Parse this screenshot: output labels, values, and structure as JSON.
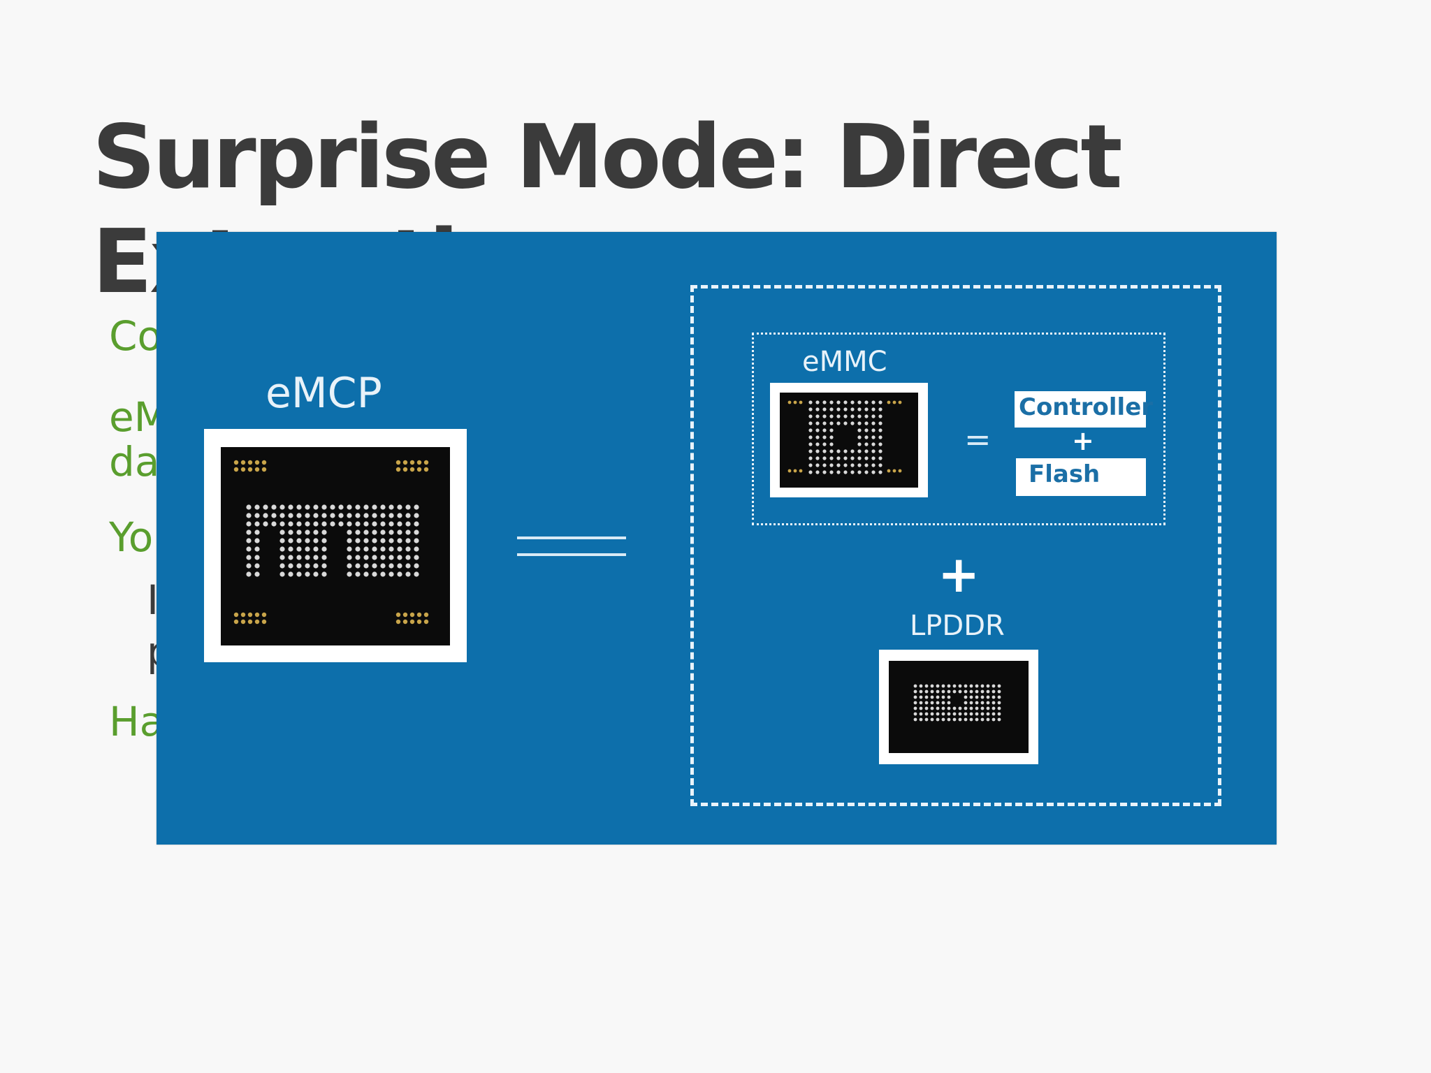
{
  "slide": {
    "title": "Surprise Mode: Direct Extraction",
    "bullets": [
      {
        "text": "Co",
        "level": 1
      },
      {
        "text": "eM",
        "level": 1
      },
      {
        "text": "da",
        "level": 1
      },
      {
        "text": "Yo",
        "level": 1
      },
      {
        "text": "I",
        "level": 2
      },
      {
        "text": "p",
        "level": 2
      },
      {
        "text": "Ha",
        "level": 1
      }
    ]
  },
  "figure": {
    "emcp_label": "eMCP",
    "emmc_label": "eMMC",
    "controller_label": "Controller",
    "plus_small": "+",
    "flash_label": "Flash",
    "plus_large": "+",
    "lpddr_label": "LPDDR",
    "equals_small": "=",
    "colors": {
      "background": "#0d6fab",
      "chip_die": "#0b0b0b",
      "gold_pad": "#c9a54a",
      "ball": "#d9d9d9"
    }
  }
}
